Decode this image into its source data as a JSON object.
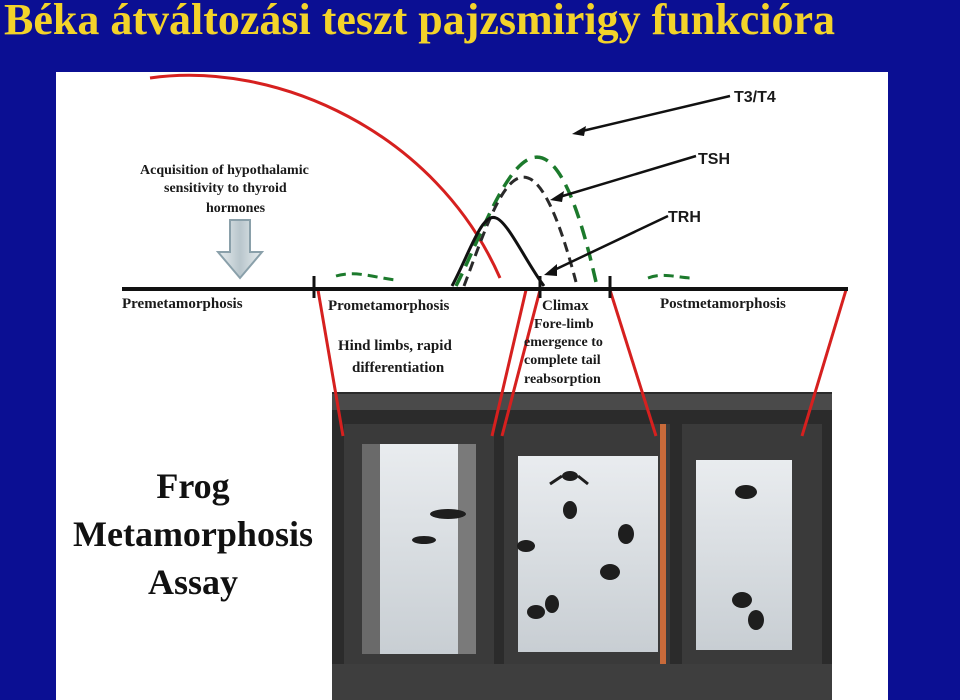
{
  "slide": {
    "title": "Béka átváltozási teszt pajzsmirigy funkcióra"
  },
  "diagram": {
    "annotation_lines": [
      "Acquisition of hypothalamic",
      "sensitivity to thyroid",
      "hormones"
    ],
    "hormones": {
      "t3t4": "T3/T4",
      "tsh": "TSH",
      "trh": "TRH"
    },
    "stages": {
      "premetamorphosis": "Premetamorphosis",
      "prometamorphosis": "Prometamorphosis",
      "climax": "Climax",
      "postmetamorphosis": "Postmetamorphosis"
    },
    "stage_notes": {
      "prometamorphosis": [
        "Hind limbs, rapid",
        "differentiation"
      ],
      "climax": [
        "Fore-limb",
        "emergence to",
        "complete tail",
        "reabsorption"
      ]
    },
    "colors": {
      "sensitivity_curve": "#d6201f",
      "t3t4_curve": "#1c7a2c",
      "tsh_curve": "#2a2a2a",
      "trh_curve": "#111111",
      "stage_guides": "#d6201f"
    }
  },
  "assay_title": {
    "lines": [
      "Frog",
      "Metamorphosis",
      "Assay"
    ]
  }
}
